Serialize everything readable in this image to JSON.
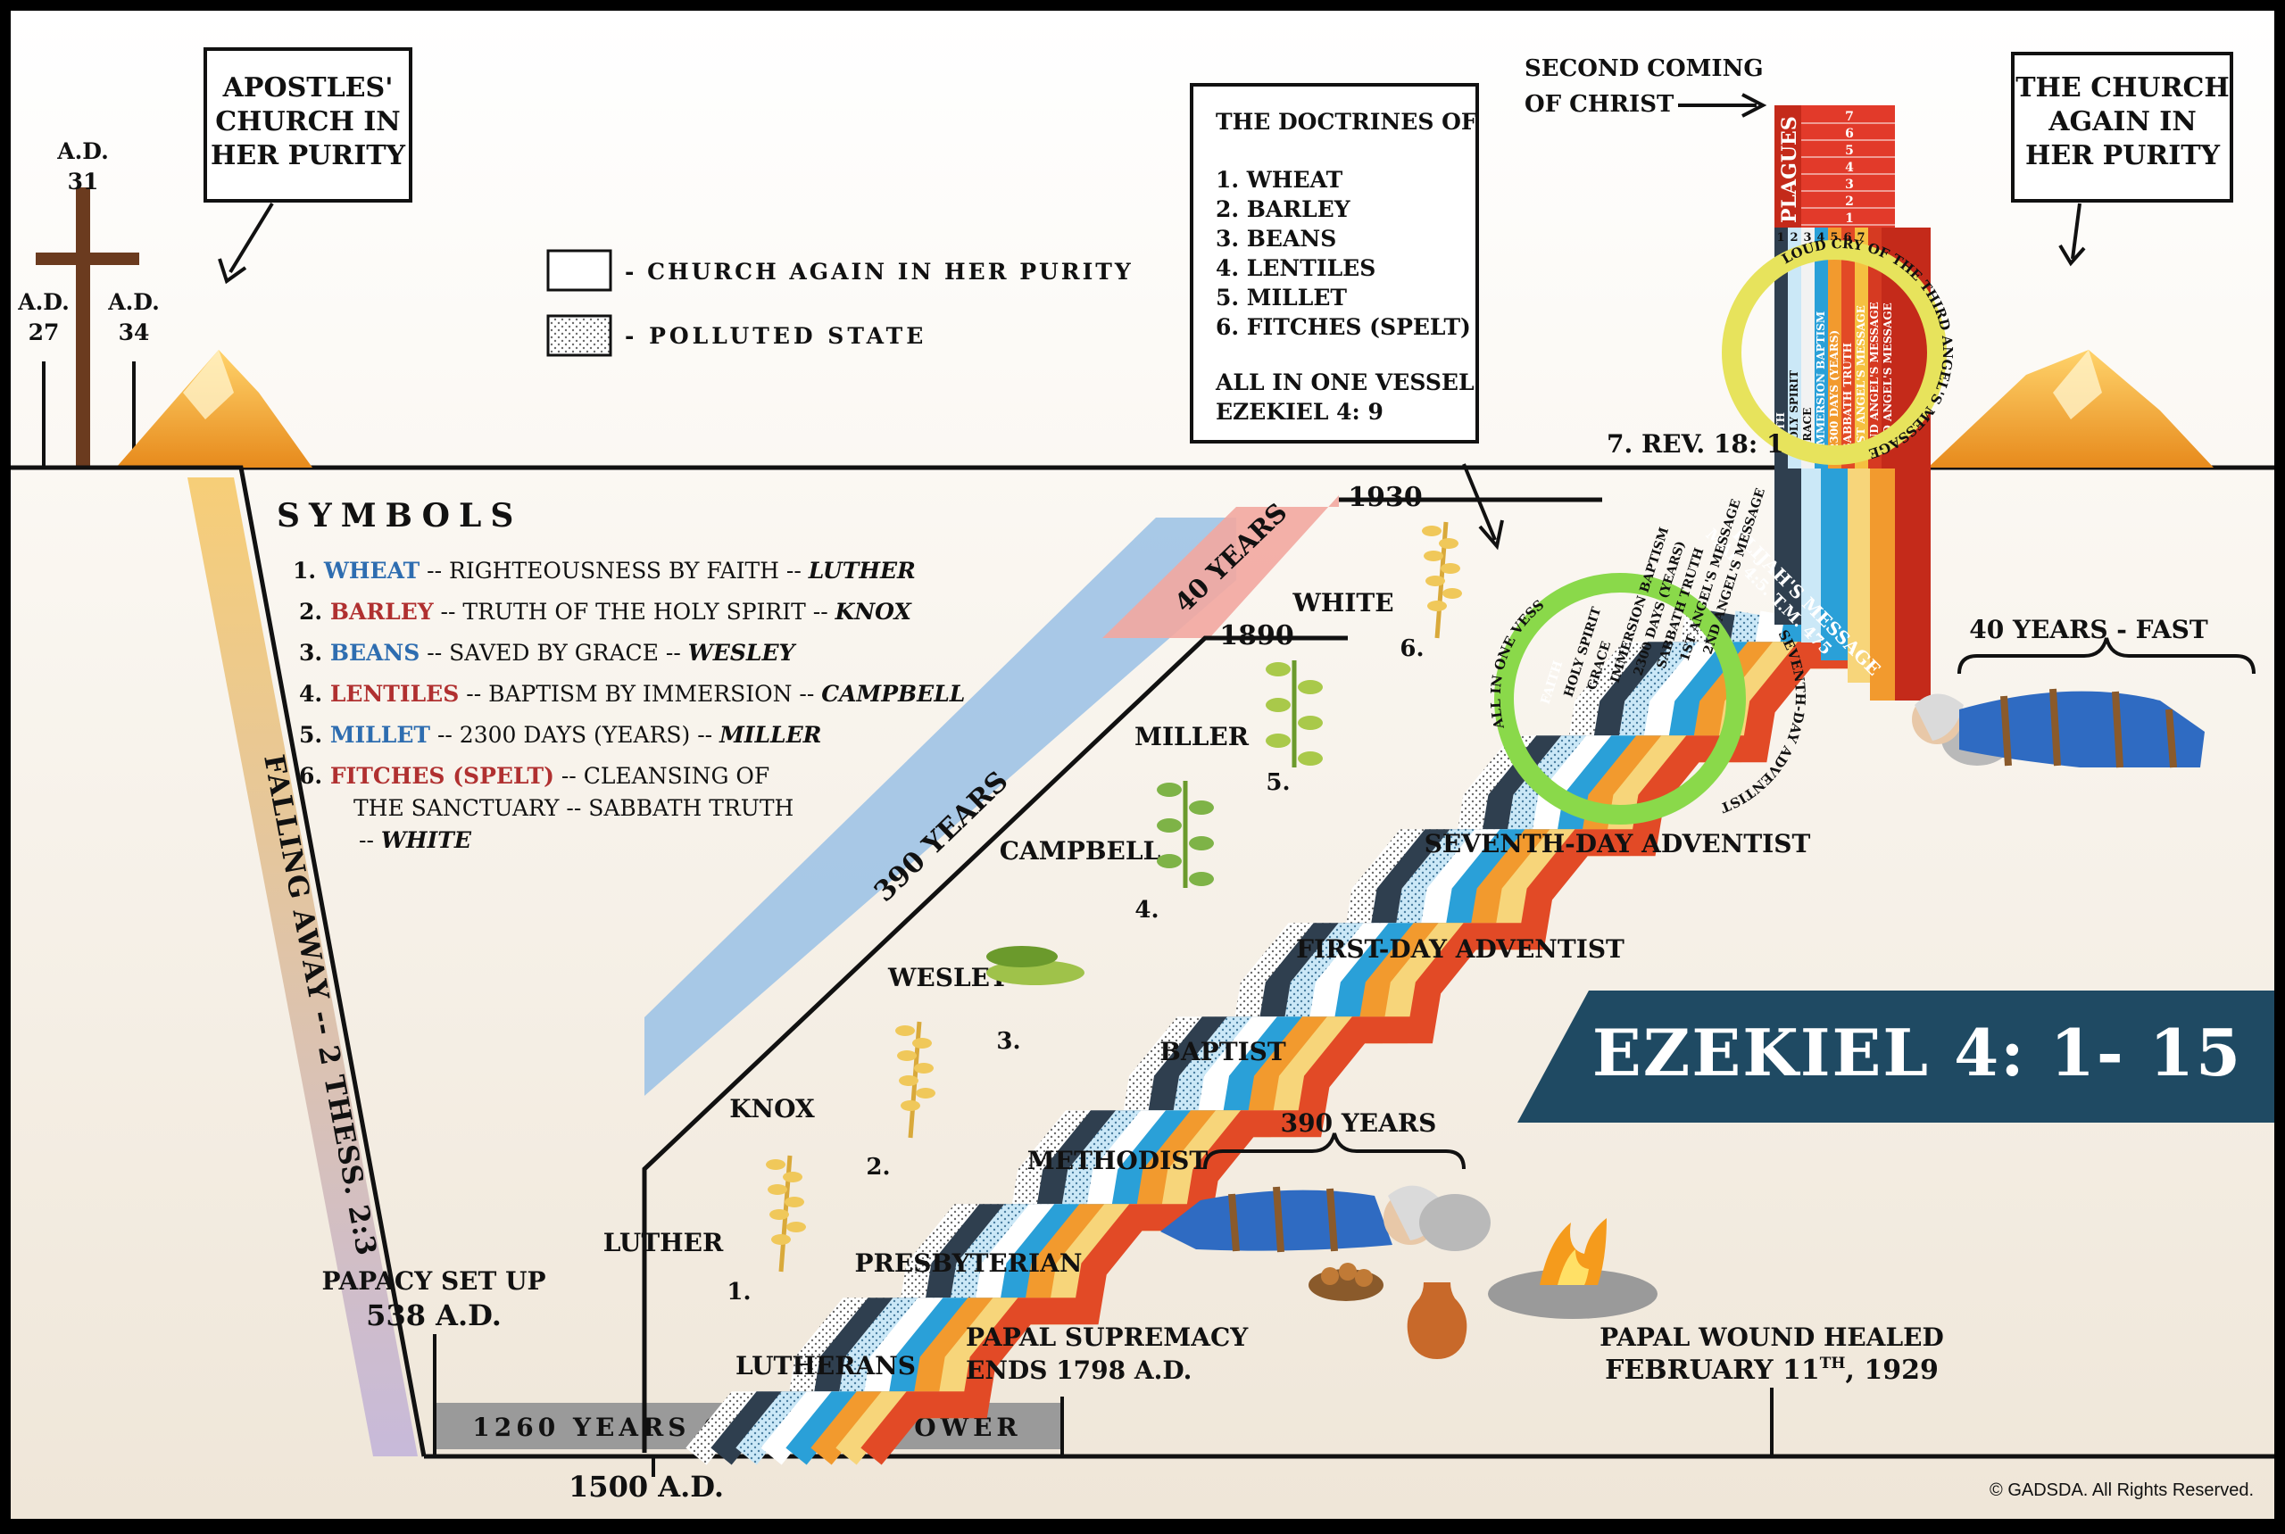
{
  "timeline": {
    "ad31": [
      "A.D.",
      "31"
    ],
    "ad27": [
      "A.D.",
      "27"
    ],
    "ad34": [
      "A.D.",
      "34"
    ],
    "apostles_box": [
      "APOSTLES'",
      "CHURCH IN",
      "HER PURITY"
    ],
    "church_again_box": [
      "THE CHURCH",
      "AGAIN IN",
      "HER PURITY"
    ],
    "second_coming": [
      "SECOND COMING",
      "OF  CHRIST"
    ]
  },
  "legend": {
    "purity": "- CHURCH AGAIN IN HER PURITY",
    "polluted": "- POLLUTED STATE"
  },
  "doctrines_box": {
    "title": "THE DOCTRINES OF",
    "items": [
      "1. WHEAT",
      "2. BARLEY",
      "3. BEANS",
      "4. LENTILES",
      "5. MILLET",
      "6. FITCHES (SPELT)"
    ],
    "footer": [
      "ALL IN ONE VESSEL",
      "EZEKIEL 4: 9"
    ]
  },
  "symbols": {
    "heading": "SYMBOLS",
    "rows": [
      {
        "num": "1.",
        "grain": "WHEAT",
        "grain_color": "#2e6db0",
        "meaning": " -- RIGHTEOUSNESS BY FAITH -- ",
        "person": "LUTHER"
      },
      {
        "num": "2.",
        "grain": "BARLEY",
        "grain_color": "#b03030",
        "meaning": " -- TRUTH OF THE HOLY SPIRIT -- ",
        "person": "KNOX"
      },
      {
        "num": "3.",
        "grain": "BEANS",
        "grain_color": "#2e6db0",
        "meaning": " -- SAVED BY GRACE -- ",
        "person": "WESLEY"
      },
      {
        "num": "4.",
        "grain": "LENTILES",
        "grain_color": "#b03030",
        "meaning": " -- BAPTISM BY IMMERSION -- ",
        "person": "CAMPBELL"
      },
      {
        "num": "5.",
        "grain": "MILLET",
        "grain_color": "#2e6db0",
        "meaning": " -- 2300 DAYS (YEARS) -- ",
        "person": "MILLER"
      },
      {
        "num": "6.",
        "grain": "FITCHES (SPELT)",
        "grain_color": "#b03030",
        "meaning": " -- CLEANSING OF",
        "person": ""
      }
    ],
    "row6_line2": "THE SANCTUARY -- SABBATH TRUTH",
    "row6_line3_prefix": "-- ",
    "row6_line3_person": "WHITE"
  },
  "bars": {
    "falling_away": "FALLING AWAY -- 2 THESS. 2:3",
    "years_390": "390 YEARS",
    "years_40": "40 YEARS",
    "papal_power": "1260 YEARS OF PAPAL POWER"
  },
  "reformers": [
    {
      "name": "LUTHER",
      "num": "1."
    },
    {
      "name": "KNOX",
      "num": "2."
    },
    {
      "name": "WESLEY",
      "num": "3."
    },
    {
      "name": "CAMPBELL",
      "num": "4."
    },
    {
      "name": "MILLER",
      "num": "5."
    },
    {
      "name": "WHITE",
      "num": "6."
    }
  ],
  "churches": [
    "LUTHERANS",
    "PRESBYTERIAN",
    "METHODIST",
    "BAPTIST",
    "FIRST-DAY ADVENTIST",
    "SEVENTH-DAY ADVENTIST"
  ],
  "dates": {
    "y1930": "1930",
    "y1890": "1890",
    "y1500": "1500 A.D.",
    "papacy": [
      "PAPACY SET UP",
      "538  A.D."
    ],
    "supremacy": [
      "PAPAL SUPREMACY",
      "ENDS    1798  A.D."
    ],
    "wound_line1": "PAPAL WOUND HEALED",
    "wound_line2": "FEBRUARY 11",
    "wound_sup": "TH",
    "wound_year": ", 1929",
    "rev18": "7. REV. 18: 1"
  },
  "tower": {
    "plagues": "PLAGUES",
    "plague_numbers": [
      "7",
      "6",
      "5",
      "4",
      "3",
      "2",
      "1"
    ],
    "column_numbers": [
      "1",
      "2",
      "3",
      "4",
      "5",
      "6",
      "7"
    ],
    "columns": [
      "FAITH",
      "HOLY SPIRIT",
      "GRACE",
      "IMMERSION BAPTISM",
      "2300 DAYS (YEARS)",
      "SABBATH TRUTH",
      "1ST ANGEL'S MESSAGE",
      "2ND ANGEL'S MESSAGE",
      "3RD ANGEL'S MESSAGE"
    ],
    "ring_text": "LOUD CRY OF THE THIRD ANGEL'S MESSAGE",
    "elijah": [
      "ELIJAH'S MESSAGE",
      "MAL. 4:5. T.M. 475"
    ]
  },
  "green_ring": {
    "text": "ALL IN ONE VESSEL",
    "sda": "SEVENTH-DAY ADVENTIST",
    "cols": [
      "FAITH",
      "HOLY SPIRIT",
      "GRACE",
      "IMMERSION BAPTISM",
      "2300 DAYS (YEARS)",
      "SABBATH TRUTH",
      "1ST ANGEL'S MESSAGE",
      "2ND ANGEL'S MESSAGE"
    ]
  },
  "people": {
    "fast_label": "40 YEARS - FAST",
    "years390_label": "390 YEARS"
  },
  "title_banner": "EZEKIEL 4: 1- 15",
  "copyright": "© GADSDA. All Rights Reserved.",
  "colors": {
    "blue_bar": "#9ec3e6",
    "pink_bar": "#f2a7a0",
    "banner": "#1f4a63",
    "plague_red": "#e23a2a",
    "ring_yellow": "#e7e35c",
    "ring_green": "#8ad94a"
  }
}
